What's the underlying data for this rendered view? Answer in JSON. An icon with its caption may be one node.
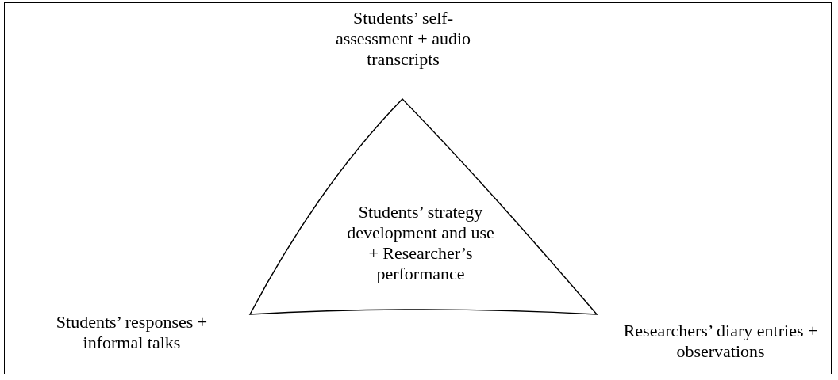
{
  "diagram": {
    "nodes": [
      {
        "text": [
          "Students’ strategy development and use + Researcher’s performance"
        ]
      }
    ],
    "edges": [],
    "labels": [
      "Students’ self-assessment + audio transcripts",
      "Students’ responses + informal talks",
      "Researchers’ diary entries + observations"
    ]
  }
}
